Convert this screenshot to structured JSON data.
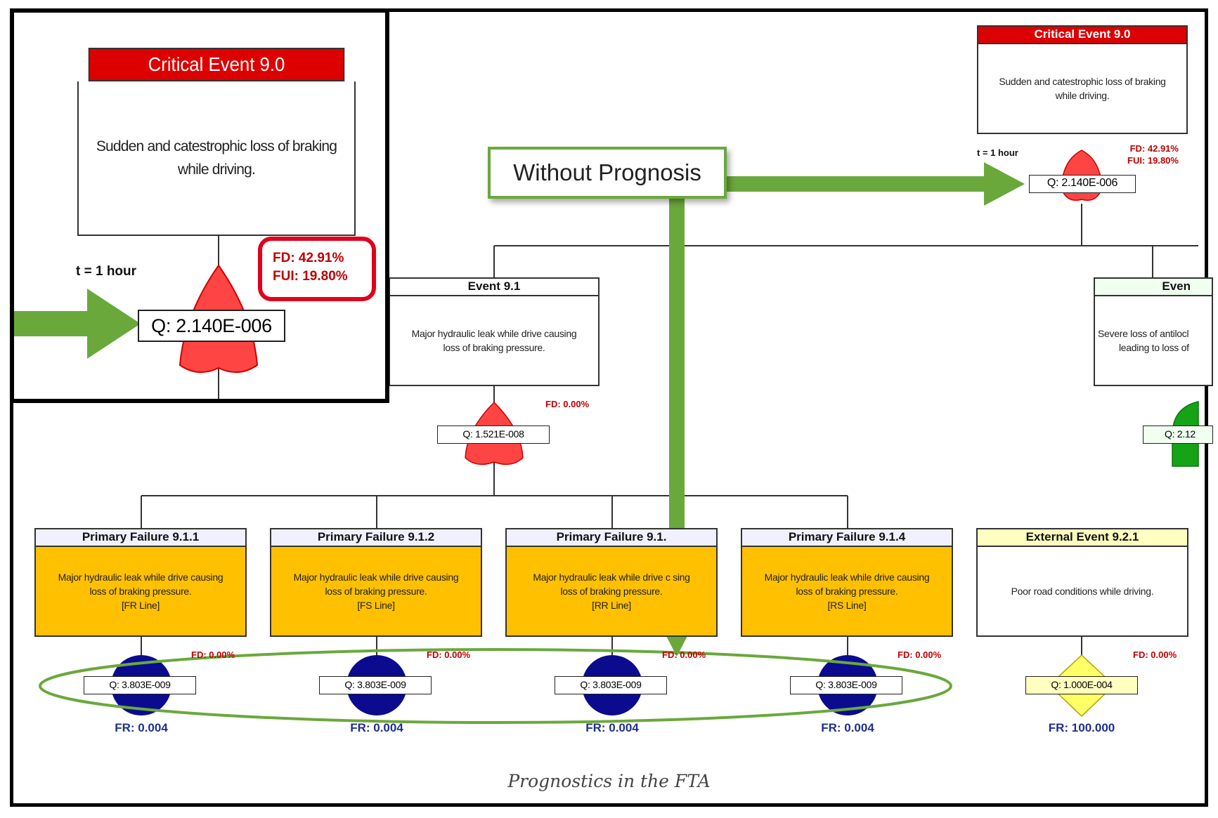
{
  "caption": "Prognostics in the FTA",
  "callout": {
    "label": "Without Prognosis"
  },
  "time_label": "t = 1 hour",
  "top_event": {
    "title": "Critical Event 9.0",
    "desc_lines": [
      "Sudden and catestrophic loss of braking",
      "while driving."
    ],
    "q": "Q: 2.140E-006",
    "fd": "FD: 42.91%",
    "fui": "FUI: 19.80%",
    "title_color": "#dd0000",
    "gate_color": "#ff4444"
  },
  "event_91": {
    "title": "Event 9.1",
    "desc_lines": [
      "Major hydraulic leak while drive causing",
      "loss of braking pressure."
    ],
    "q": "Q: 1.521E-008",
    "fd": "FD: 0.00%"
  },
  "event_92": {
    "title": "Even",
    "desc_lines": [
      "Severe loss of antilocl",
      "leading to loss of"
    ],
    "q": "Q: 2.12",
    "gate_color": "#16a316"
  },
  "primary_failures": [
    {
      "title": "Primary Failure 9.1.1",
      "desc_lines": [
        "Major hydraulic leak while drive causing",
        "loss of braking pressure.",
        "[FR Line]"
      ],
      "q": "Q: 3.803E-009",
      "fd": "FD: 0.00%",
      "fr": "FR: 0.004"
    },
    {
      "title": "Primary Failure 9.1.2",
      "desc_lines": [
        "Major hydraulic leak while drive causing",
        "loss of braking pressure.",
        "[FS Line]"
      ],
      "q": "Q: 3.803E-009",
      "fd": "FD: 0.00%",
      "fr": "FR: 0.004"
    },
    {
      "title": "Primary Failure 9.1.",
      "desc_lines": [
        "Major hydraulic leak while drive c  sing",
        "loss of braking pressure.",
        "[RR Line]"
      ],
      "q": "Q: 3.803E-009",
      "fd": "FD: 0.00%",
      "fr": "FR: 0.004"
    },
    {
      "title": "Primary Failure 9.1.4",
      "desc_lines": [
        "Major hydraulic leak while drive causing",
        "loss of braking pressure.",
        "[RS Line]"
      ],
      "q": "Q: 3.803E-009",
      "fd": "FD: 0.00%",
      "fr": "FR: 0.004"
    }
  ],
  "external_event": {
    "title": "External Event 9.2.1",
    "desc_lines": [
      "Poor road conditions while driving."
    ],
    "q": "Q: 1.000E-004",
    "fd": "FD: 0.00%",
    "fr": "FR: 100.000"
  },
  "colors": {
    "primary_fill": "#ffc000",
    "primary_title_fill": "#f0f0ff",
    "basic_event_circle": "#0b0b8f",
    "external_title_fill": "#ffffc0",
    "external_diamond": "#ffff66",
    "arrow_green": "#6aa83c",
    "highlight_red": "#e0001b"
  }
}
